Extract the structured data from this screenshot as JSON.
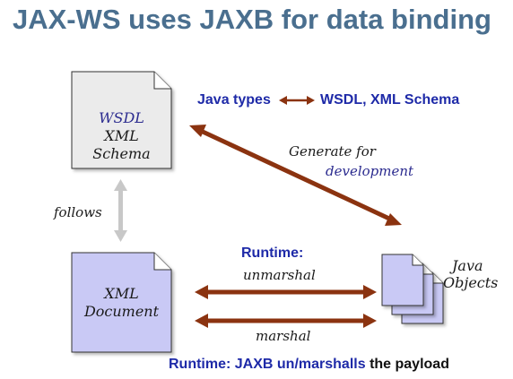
{
  "title": "JAX-WS uses JAXB for data binding",
  "schema_doc": {
    "line1": "WSDL",
    "line2": "XML",
    "line3": "Schema"
  },
  "xml_doc": {
    "line1": "XML",
    "line2": "Document"
  },
  "java_objects": {
    "line1": "Java",
    "line2": "Objects"
  },
  "mapping": {
    "left": "Java types",
    "right": "WSDL, XML Schema"
  },
  "generate": {
    "line1": "Generate for",
    "line2": "development"
  },
  "follows": "follows",
  "runtime_label": "Runtime:",
  "unmarshal": "unmarshal",
  "marshal": "marshal",
  "footer": {
    "part1": "Runtime: JAXB un/marshalls",
    "part2": "the payload"
  },
  "colors": {
    "title": "#4a6f8f",
    "arrow": "#8b3310",
    "blue_text": "#1e2aa8",
    "schema_doc_fill": "#ebebeb",
    "xml_doc_fill": "#c9c9f5",
    "java_fill": "#c9c9f5",
    "follows_arrow": "#c8c8c8"
  }
}
